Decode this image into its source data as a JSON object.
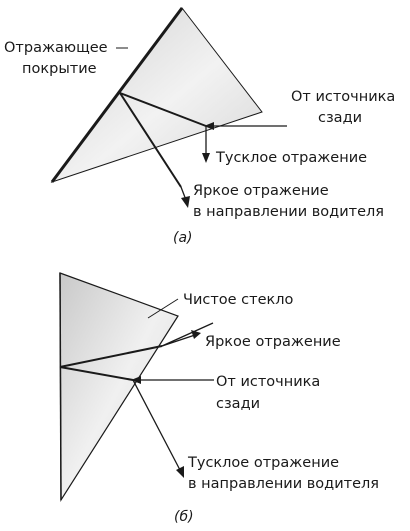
{
  "diagram_a": {
    "label_coating_line1": "Отражающее",
    "label_coating_line2": "покрытие",
    "label_source_line1": "От источника",
    "label_source_line2": "сзади",
    "label_dim_reflection": "Тусклое отражение",
    "label_bright_line1": "Яркое отражение",
    "label_bright_line2": "в направлении водителя",
    "caption": "(а)"
  },
  "diagram_b": {
    "label_clear_glass": "Чистое стекло",
    "label_bright_reflection": "Яркое отражение",
    "label_source_line1": "От источника",
    "label_source_line2": "сзади",
    "label_dim_line1": "Тусклое отражение",
    "label_dim_line2": "в направлении водителя",
    "caption": "(б)"
  },
  "colors": {
    "prism_fill": "#e4e4e4",
    "prism_fill_light": "#f4f4f4",
    "stroke": "#1a1a1a"
  }
}
